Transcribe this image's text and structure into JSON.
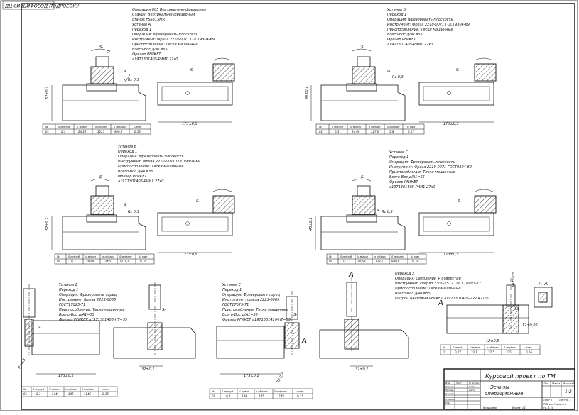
{
  "corner_stamp": "ДЦ 0И ШИФОЕОД ПОДРОЕОКУ",
  "ops": [
    {
      "id": "op1",
      "note": [
        "Операция 005 Вертикально-фрезерная",
        "Станок: Вертикально-фрезерный",
        "станок FSS315MR",
        "Установ А",
        "Переход 1",
        "Операция: Фрезеровать плоскость",
        "Инструмент: Фреза 2210-0071 ГОСТ9304-69",
        "Приспособление: Тиски машинные",
        "Всего-Вос д/А1=55",
        "Фрезер РFИКЕТ",
        "а1971301405-РИИ1 27х0"
      ],
      "table_head": [
        "№",
        "S мм/зуб",
        "V м/мин",
        "n об/мин",
        "S мм/мин",
        "t₀ мин"
      ],
      "table_row": [
        "01",
        "0,3",
        "24,25",
        "1225",
        "980,5",
        "0,13"
      ],
      "dims": {
        "height": "52±0,1",
        "length": "173±0,5",
        "rough": "Rz 0,3",
        "s": "Sᵣ"
      }
    },
    {
      "id": "op2",
      "note": [
        "Установ Б",
        "Переход 1",
        "Операция: Фрезеровать плоскость",
        "Инструмент: Фреза 2210-0071 ГОСТ9304-69",
        "Приспособление: Тиски машинные",
        "Всего-Вос д/А1=55",
        "Фрезер РFИКЕТ",
        "а1971301405-РИИ1 27х0"
      ],
      "table_head": [
        "№",
        "S мм/зуб",
        "V м/мин",
        "n об/мин",
        "S мм/мин",
        "t₀ мин"
      ],
      "table_row": [
        "01",
        "0,3",
        "24,69",
        "127,6",
        "1,8",
        "0,17"
      ],
      "dims": {
        "height": "40±0,1",
        "length": "173±0,5",
        "rough": "Rz 0,3",
        "s": "Sᵣ"
      }
    },
    {
      "id": "op3",
      "note": [
        "Установ В",
        "Переход 1",
        "Операция: Фрезеровать плоскость",
        "Инструмент: Фреза 2210-0071 ГОСТ9304-69",
        "Приспособление: Тиски машинные",
        "Всего-Вос д/А1=55",
        "Фрезер РFИКЕТ",
        "а1971301405-РИИ1 27х0"
      ],
      "table_head": [
        "№",
        "S мм/зуб",
        "V м/мин",
        "n об/мин",
        "S мм/мин",
        "t₀ мин"
      ],
      "table_row": [
        "01",
        "0,3",
        "28,69",
        "124,5",
        "1219,4",
        "0,16"
      ],
      "dims": {
        "height": "52±0,1",
        "length": "173±0,5",
        "rough": "Rz 0,3",
        "s": "Sᵣ"
      }
    },
    {
      "id": "op4",
      "note": [
        "Установ Г",
        "Переход 1",
        "Операция: Фрезеровать плоскость",
        "Инструмент: Фреза 2210-0071 ГОСТ9304-69",
        "Приспособление: Тиски машинные",
        "Всего-Вос д/А1=55",
        "Фрезер РFИКЕТ",
        "а1971301405-РИИ1 27х0"
      ],
      "table_head": [
        "№",
        "S мм/зуб",
        "V м/мин",
        "n об/мин",
        "S мм/мин",
        "t₀ мин"
      ],
      "table_row": [
        "01",
        "0,3",
        "24,69",
        "123,5",
        "980,6",
        "0,18"
      ],
      "dims": {
        "height": "40±0,1",
        "length": "173±0,5",
        "rough": "Rz 0,3",
        "s": "Sᵣ"
      }
    },
    {
      "id": "op5",
      "note": [
        "Установ Д",
        "Переход 1",
        "Операция: Фрезеровать торец",
        "Инструмент: фреза 2223-0065",
        "ГОСТ17025-71",
        "Приспособление: Тиски машинные",
        "Всего-Вос д/А1=55",
        "Фрезер РFИКЕТ а1971301405-НТ=55"
      ],
      "table_head": [
        "№",
        "S мм/зуб",
        "V м/мин",
        "n об/мин",
        "S мм/мин",
        "t₀ мин"
      ],
      "table_row": [
        "01",
        "0,3",
        "144",
        "145",
        "1145",
        "0,35"
      ],
      "dims": {
        "height": "Rz 0,3",
        "length": "173±0,1",
        "rough": "32±0,1",
        "s": "Sᵣ"
      }
    },
    {
      "id": "op6",
      "note": [
        "Установ Е",
        "Переход 1",
        "Операция: Фрезеровать торец",
        "Инструмент: фреза 2223-0065",
        "ГОСТ17025-71",
        "Приспособление: Тиски машинные",
        "Всего-Вос д/А1=55",
        "Фрезер РFИКЕТ а1971301410-НТ=55"
      ],
      "table_head": [
        "№",
        "S мм/зуб",
        "V м/мин",
        "n об/мин",
        "S мм/мин",
        "t₀ мин"
      ],
      "table_row": [
        "01",
        "0,3",
        "144",
        "145",
        "1145",
        "0,35"
      ],
      "dims": {
        "height": "Rz 0,3",
        "length": "173±0,1",
        "rough": "32±0,1",
        "s": "Sᵣ"
      }
    }
  ],
  "op7": {
    "note": [
      "Переход 2",
      "Операция: Сверление + отверстий",
      "Инструмент: сверло 2300-7577 ГОСТ10903-77",
      "Приспособление: Тиски машинные",
      "Всего-Вос д/А1=55",
      "Патрон цанговый РFИКЕТ а1971301405-222 42100"
    ],
    "table_head": [
      "№",
      "S мм/об",
      "V м/мин",
      "n об/мин",
      "S мм/мин",
      "t₀ мин"
    ],
    "table_row": [
      "01",
      "0,27",
      "33,1",
      "22,5",
      "225",
      "0,16"
    ],
    "dims": {
      "d1": "12±0,05",
      "d2": "14±0,05",
      "d3": "12±0,5",
      "d4": "33",
      "section": "А–А"
    }
  },
  "section_markers": {
    "a1": "А",
    "a2": "А",
    "a3": "А"
  },
  "title_block": {
    "title": "Курсовой проект по ТМ",
    "subtitle_1": "Эскизы",
    "subtitle_2": "операционные",
    "rows": [
      "Изм.",
      "Лист",
      "№ докум.",
      "Подп.",
      "Дата",
      "Разраб.",
      "Провер.",
      "Т.контр.",
      "Н.контр.",
      "Утв."
    ],
    "cols": [
      "Лит.",
      "Масса",
      "Масштаб"
    ],
    "sheet_num": "1:2",
    "sheet_label": "Лист 1",
    "sheets_label": "Листов 1",
    "org_1": "ТПУ им. Горького",
    "org_2": "гр. 1-18",
    "copy_label": "Копировал",
    "format_label": "Формат А1"
  }
}
